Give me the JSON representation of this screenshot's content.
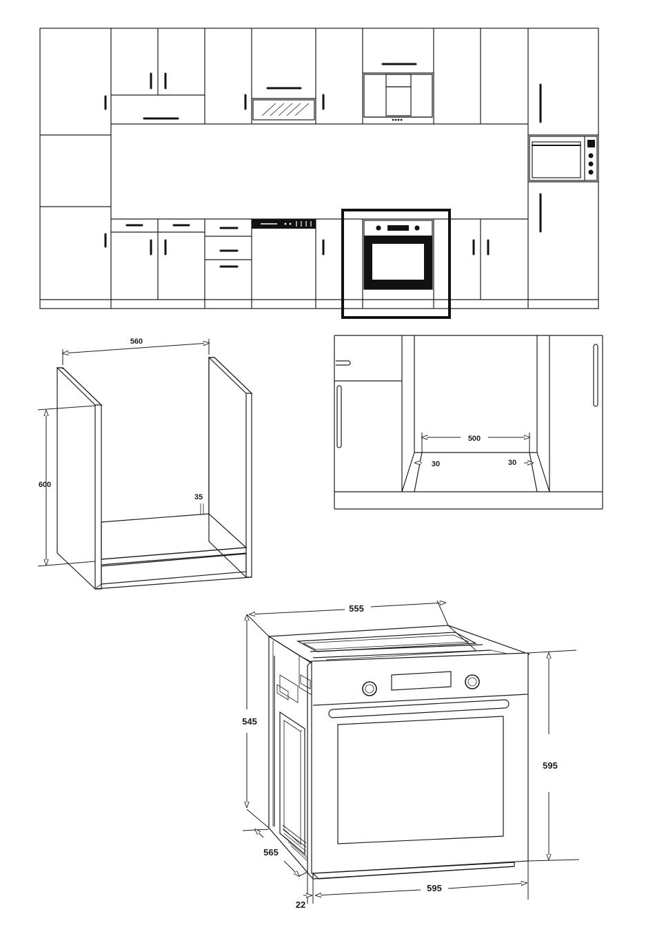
{
  "dimensions": {
    "cabinet": {
      "width": "560",
      "height": "600",
      "gap": "35"
    },
    "niche": {
      "width": "500",
      "left_margin": "30",
      "right_margin": "30"
    },
    "oven": {
      "depth_top": "555",
      "side_height": "545",
      "front_height": "595",
      "width": "595",
      "body_depth": "565",
      "door_thickness": "22"
    }
  },
  "icons": {
    "kitchen": "kitchen-elevation-icon",
    "cabinet": "cabinet-isometric-icon",
    "niche": "niche-top-view-icon",
    "oven": "built-in-oven-icon"
  },
  "colors": {
    "line": "#1a1a1a",
    "background": "#ffffff"
  }
}
